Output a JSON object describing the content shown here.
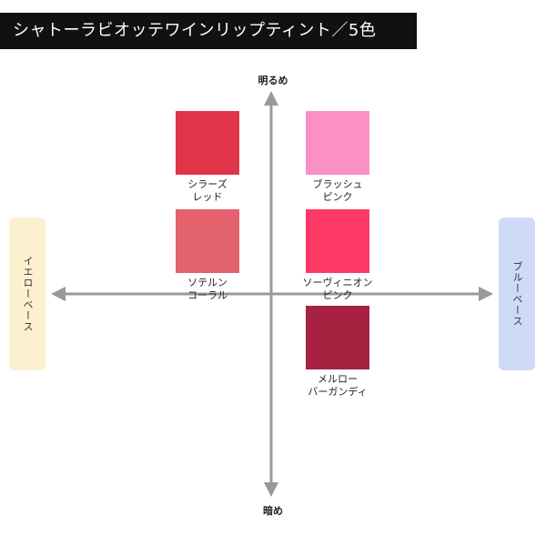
{
  "title": "シャトーラビオッテワインリップティント／5色",
  "axis": {
    "top": "明るめ",
    "bottom": "暗め",
    "left": "イエローベース",
    "right": "ブルーベース"
  },
  "colors": {
    "title_bg": "#111111",
    "title_text": "#ffffff",
    "axis": "#999999",
    "left_box": "#fdf0cf",
    "right_box": "#cfdaf7"
  },
  "swatches": [
    {
      "line1": "シラーズ",
      "line2": "レッド",
      "color": "#e03548"
    },
    {
      "line1": "ブラッシュ",
      "line2": "ピンク",
      "color": "#fb90c4"
    },
    {
      "line1": "ソテルン",
      "line2": "コーラル",
      "color": "#e4626e"
    },
    {
      "line1": "ソーヴィニオン",
      "line2": "ピンク",
      "color": "#ff3966"
    },
    {
      "line1": "メルロー",
      "line2": "バーガンディ",
      "color": "#a72240"
    }
  ]
}
